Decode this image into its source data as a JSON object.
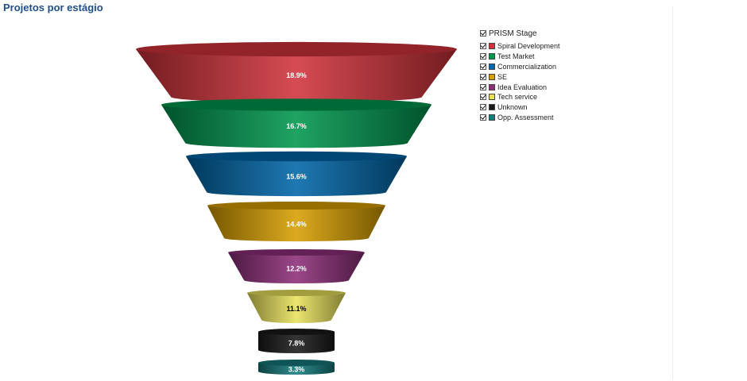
{
  "page": {
    "title": "Projetos por estágio"
  },
  "chart_data": {
    "type": "funnel",
    "title": "Projetos por estágio",
    "legend_title": "PRISM Stage",
    "legend_position": "right",
    "series": [
      {
        "name": "Spiral Development",
        "label": "18.9%",
        "value": 18.9,
        "color": "#d0333b",
        "label_color": "#ffffff"
      },
      {
        "name": "Test Market",
        "label": "16.7%",
        "value": 16.7,
        "color": "#00974e",
        "label_color": "#ffffff"
      },
      {
        "name": "Commercialization",
        "label": "15.6%",
        "value": 15.6,
        "color": "#0066a8",
        "label_color": "#ffffff"
      },
      {
        "name": "SE",
        "label": "14.4%",
        "value": 14.4,
        "color": "#d79e00",
        "label_color": "#ffffff"
      },
      {
        "name": "Idea Evaluation",
        "label": "12.2%",
        "value": 12.2,
        "color": "#8c2e78",
        "label_color": "#ffffff"
      },
      {
        "name": "Tech service",
        "label": "11.1%",
        "value": 11.1,
        "color": "#e8e25c",
        "label_color": "#000000"
      },
      {
        "name": "Unknown",
        "label": "7.8%",
        "value": 7.8,
        "color": "#1a1a1a",
        "label_color": "#ffffff"
      },
      {
        "name": "Opp. Assessment",
        "label": "3.3%",
        "value": 3.3,
        "color": "#157a7c",
        "label_color": "#ffffff"
      }
    ]
  }
}
